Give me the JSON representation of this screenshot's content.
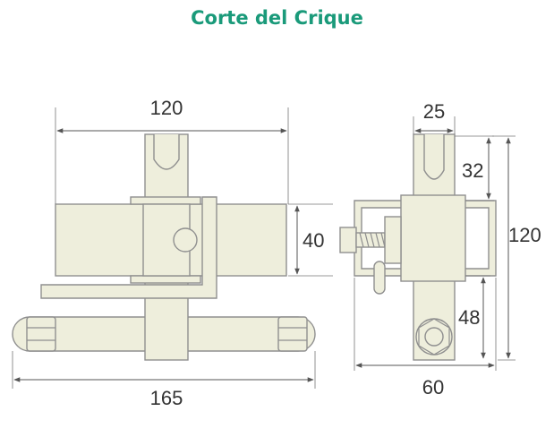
{
  "title": "Corte del Crique",
  "colors": {
    "title": "#1a9a7a",
    "part_fill": "#eeeedc",
    "part_stroke": "#8f8f8f",
    "dim_line": "#555555",
    "dim_text": "#333333"
  },
  "dimensions": {
    "front_top_width": "120",
    "front_height": "40",
    "front_bottom_width": "165",
    "side_top_width": "25",
    "side_upper_height": "32",
    "side_total_height": "120",
    "side_lower_height": "48",
    "side_bottom_width": "60"
  }
}
